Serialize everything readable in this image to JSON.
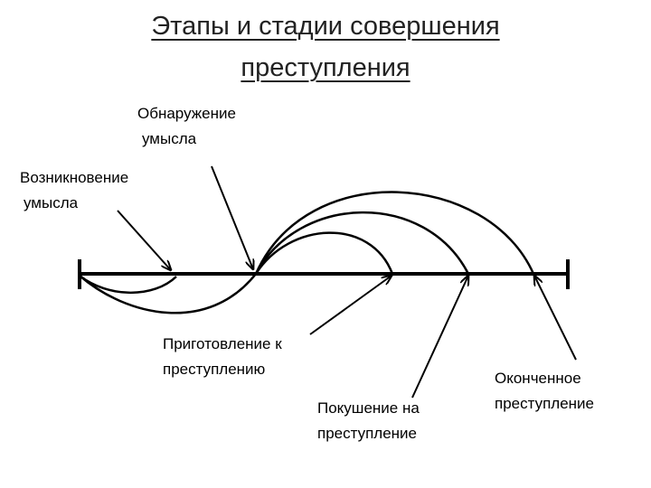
{
  "title": {
    "line1": "Этапы и стадии совершения",
    "line2": "преступления"
  },
  "labels": {
    "detection": {
      "line1": "Обнаружение",
      "line2": "умысла"
    },
    "emergence": {
      "line1": "Возникновение",
      "line2": "умысла"
    },
    "preparation": {
      "line1": "Приготовление к",
      "line2": "преступлению"
    },
    "attempt": {
      "line1": "Покушение на",
      "line2": "преступление"
    },
    "completed": {
      "line1": "Оконченное",
      "line2": "преступление"
    }
  },
  "colors": {
    "ink": "#000000",
    "title": "#222222",
    "background": "#ffffff"
  }
}
